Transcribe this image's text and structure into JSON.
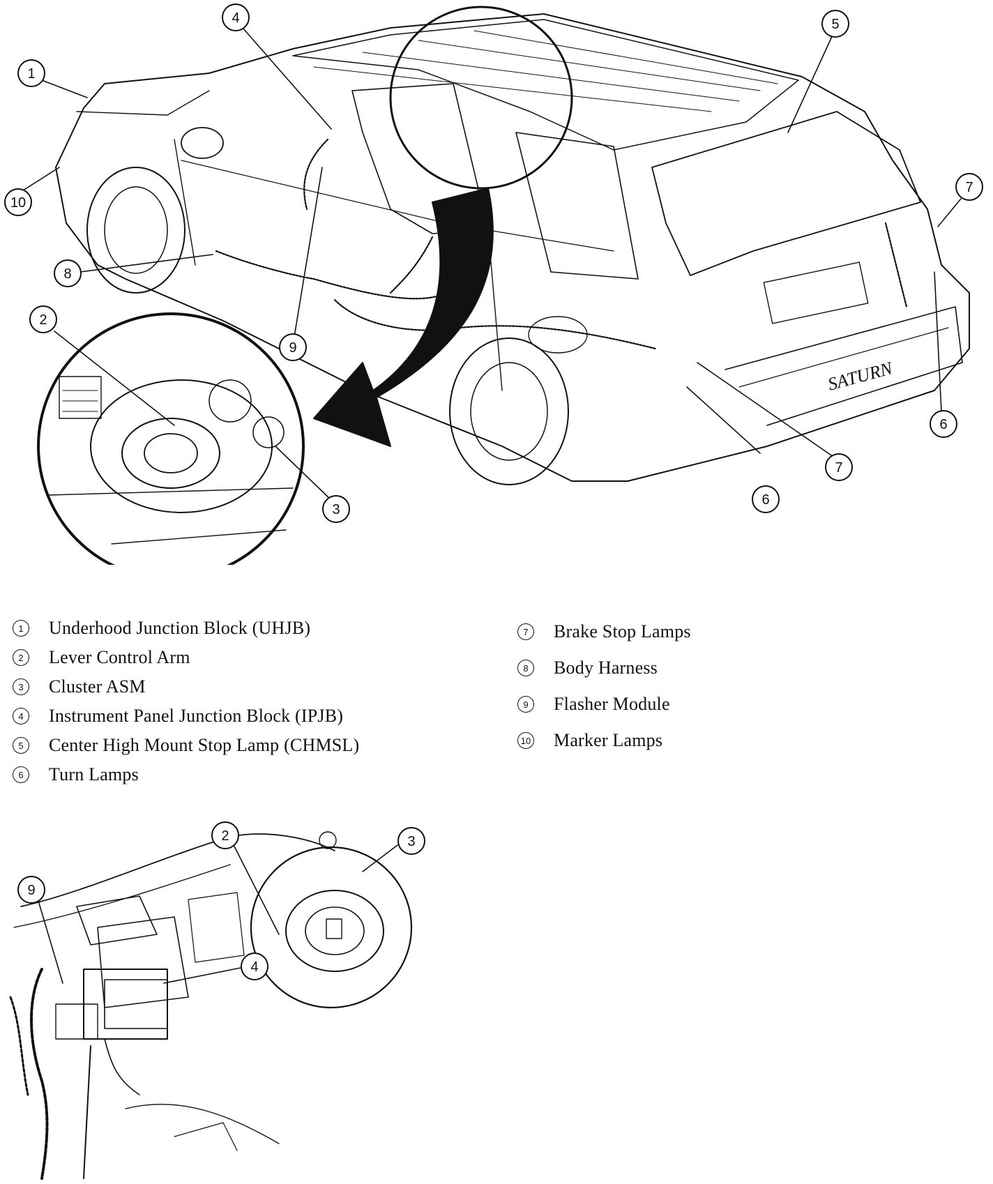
{
  "top_callouts": [
    {
      "num": "1"
    },
    {
      "num": "4"
    },
    {
      "num": "5"
    },
    {
      "num": "7"
    },
    {
      "num": "10"
    },
    {
      "num": "8"
    },
    {
      "num": "2"
    },
    {
      "num": "9"
    },
    {
      "num": "3"
    },
    {
      "num": "6"
    },
    {
      "num": "7"
    },
    {
      "num": "6"
    }
  ],
  "bottom_callouts": [
    {
      "num": "2"
    },
    {
      "num": "3"
    },
    {
      "num": "9"
    },
    {
      "num": "4"
    }
  ],
  "badge_text": "SATURN",
  "legend_left": [
    {
      "num": "1",
      "text": "Underhood Junction Block (UHJB)"
    },
    {
      "num": "2",
      "text": "Lever Control Arm"
    },
    {
      "num": "3",
      "text": "Cluster ASM"
    },
    {
      "num": "4",
      "text": "Instrument Panel Junction Block (IPJB)"
    },
    {
      "num": "5",
      "text": "Center High Mount Stop Lamp (CHMSL)"
    },
    {
      "num": "6",
      "text": "Turn Lamps"
    }
  ],
  "legend_right": [
    {
      "num": "7",
      "text": "Brake Stop Lamps"
    },
    {
      "num": "8",
      "text": "Body Harness"
    },
    {
      "num": "9",
      "text": "Flasher Module"
    },
    {
      "num": "10",
      "text": "Marker Lamps"
    }
  ]
}
